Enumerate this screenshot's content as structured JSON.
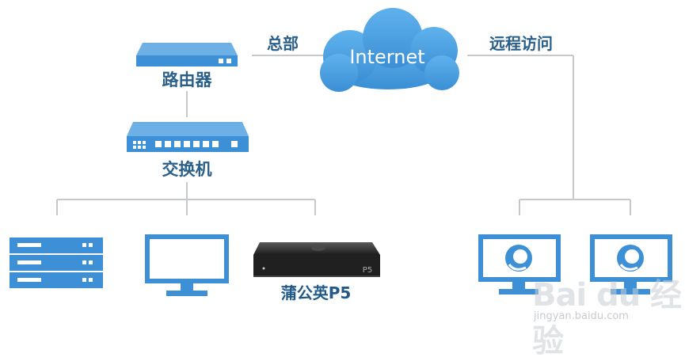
{
  "nodes": {
    "headquarters": "总部",
    "internet": "Internet",
    "remote_access": "远程访问",
    "router": "路由器",
    "switch": "交换机",
    "device": "蒲公英P5",
    "device_badge": "P5"
  },
  "watermark": {
    "brand": "Bai du 经验",
    "url": "jingyan.baidu.com"
  },
  "colors": {
    "device_blue": "#3d8fd6",
    "line_gray": "#c5c9cc",
    "label_blue": "#2a5f8a",
    "cloud_blue": "#4ba0e0"
  }
}
